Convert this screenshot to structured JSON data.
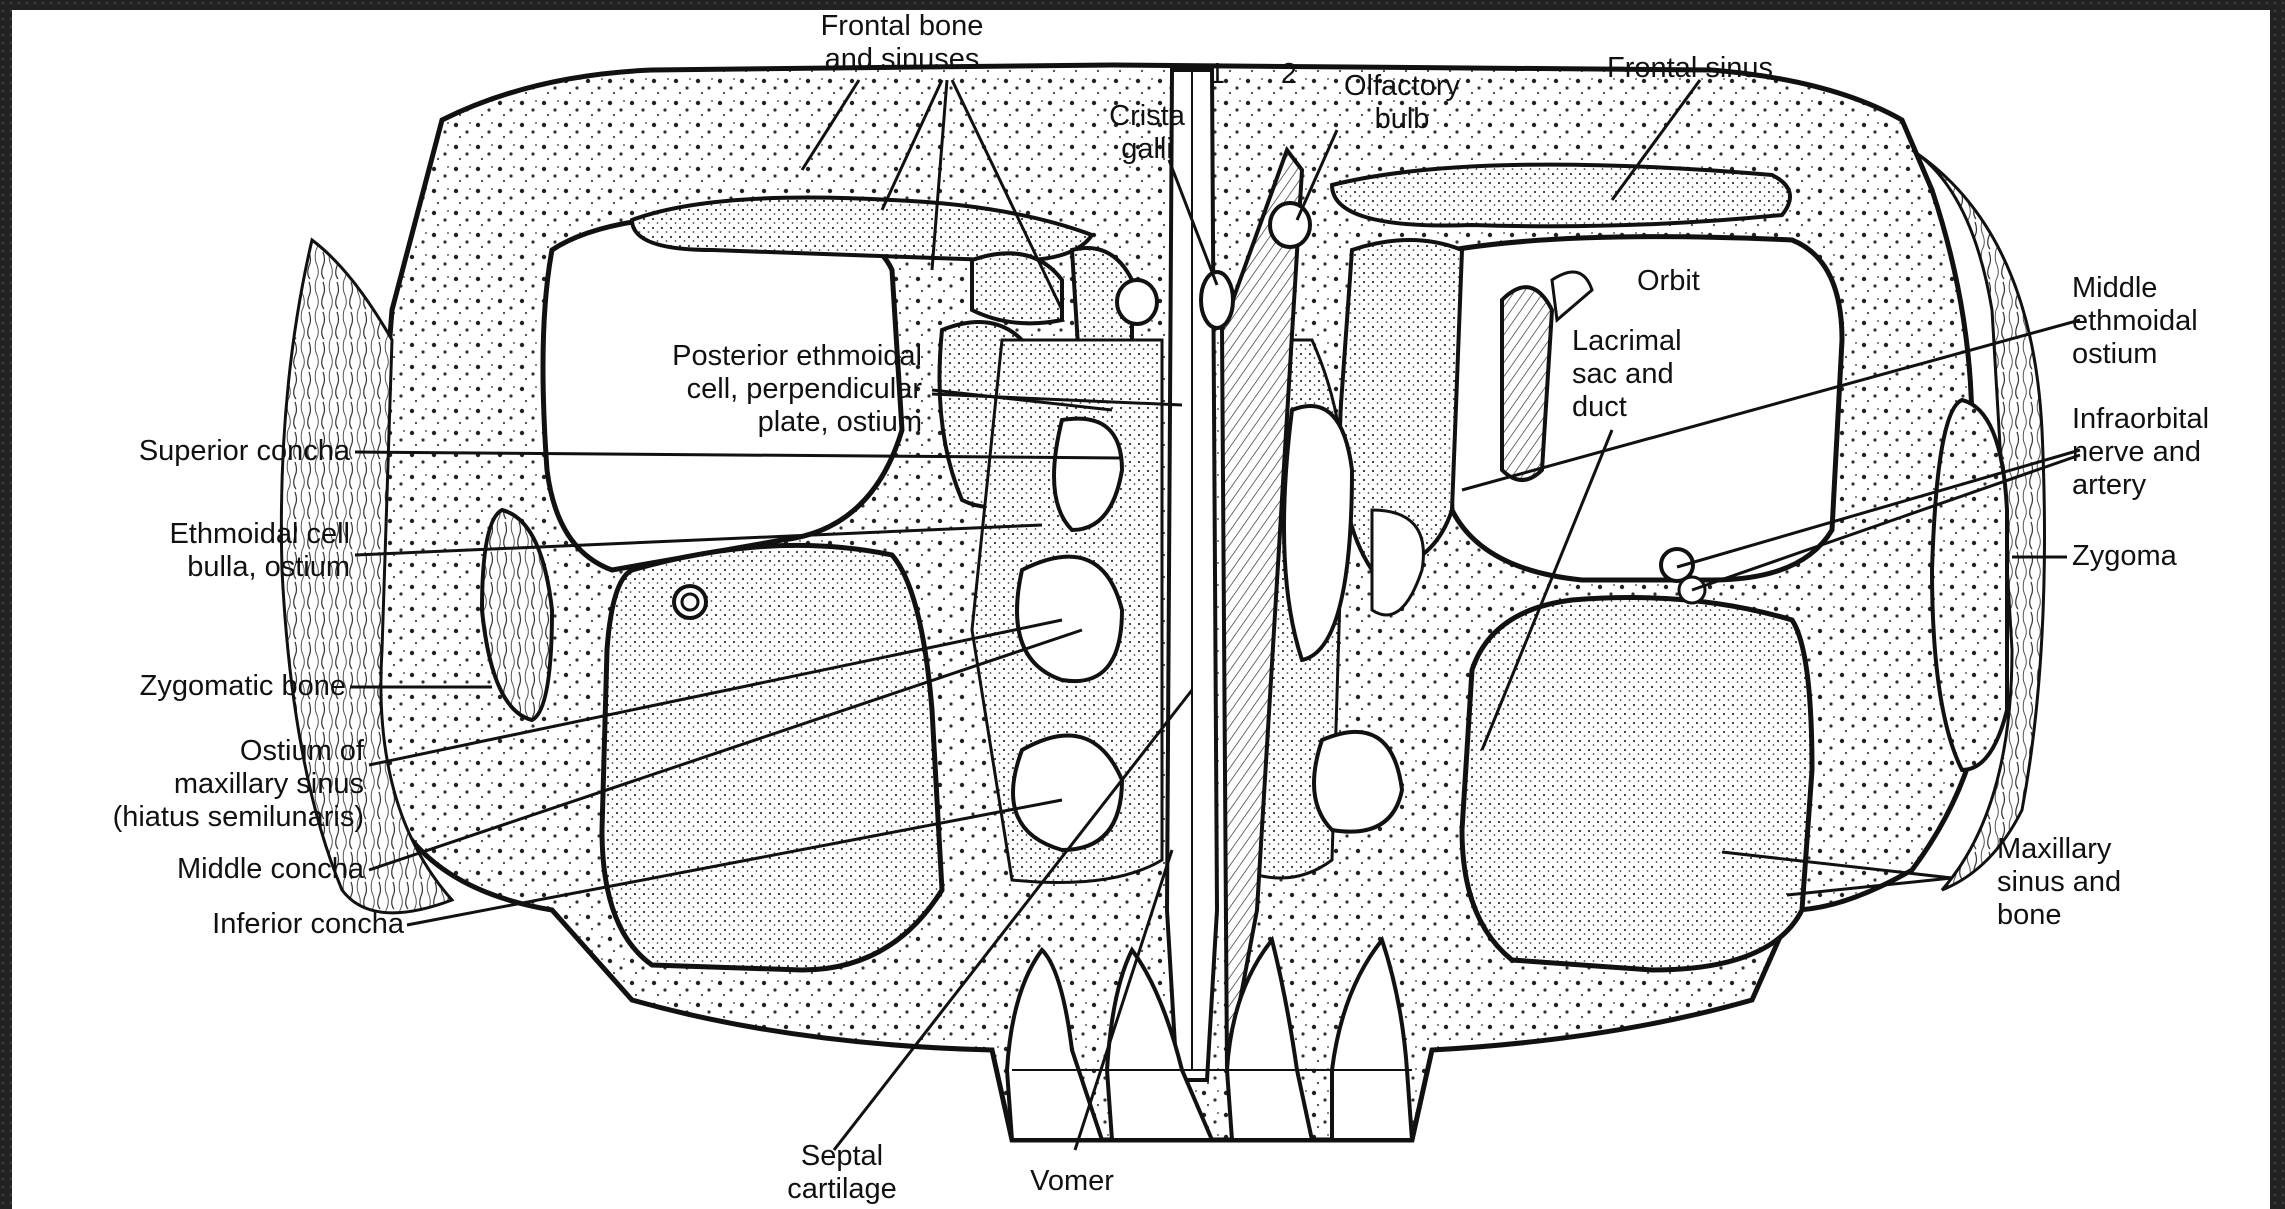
{
  "figure": {
    "numbers": {
      "one": "1",
      "two": "2"
    },
    "labels": {
      "frontal_bone_and_sinuses": "Frontal bone\nand sinuses",
      "crista_galli": "Crista\ngalli",
      "olfactory_bulb": "Olfactory\nbulb",
      "frontal_sinus": "Frontal sinus",
      "orbit": "Orbit",
      "middle_ethmoidal_ostium": "Middle\nethmoidal\nostium",
      "posterior_ethmoidal_cell": "Posterior ethmoidal\ncell, perpendicular\nplate, ostium",
      "lacrimal_sac_and_duct": "Lacrimal\nsac and\nduct",
      "superior_concha": "Superior concha",
      "infraorbital_nerve_and_artery": "Infraorbital\nnerve and\nartery",
      "ethmoidal_cell_bulla_ostium": "Ethmoidal cell\nbulla, ostium",
      "zygoma": "Zygoma",
      "zygomatic_bone": "Zygomatic bone",
      "ostium_of_maxillary_sinus": "Ostium of\nmaxillary sinus\n(hiatus semilunaris)",
      "maxillary_sinus_and_bone": "Maxillary\nsinus and\nbone",
      "middle_concha": "Middle concha",
      "inferior_concha": "Inferior concha",
      "septal_cartilage": "Septal\ncartilage",
      "vomer": "Vomer"
    }
  }
}
